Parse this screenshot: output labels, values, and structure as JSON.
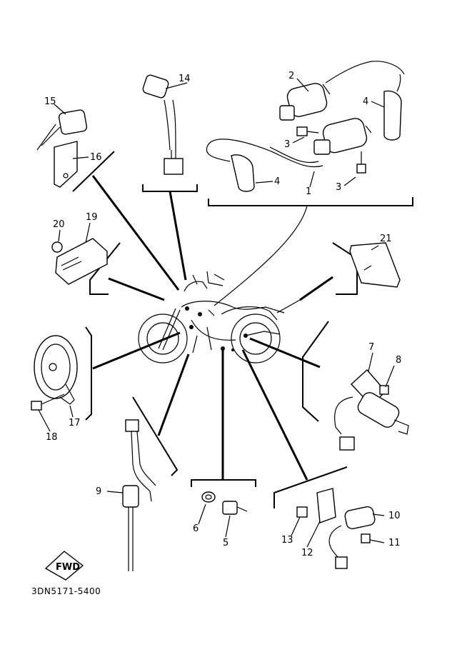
{
  "diagram_code": "3DN5171-5400",
  "fwd_label": "FWD",
  "callouts": {
    "c1": "1",
    "c2": "2",
    "c3a": "3",
    "c3b": "3",
    "c4a": "4",
    "c4b": "4",
    "c5": "5",
    "c6": "6",
    "c7": "7",
    "c8": "8",
    "c9": "9",
    "c10": "10",
    "c11": "11",
    "c12": "12",
    "c13": "13",
    "c14": "14",
    "c15": "15",
    "c16": "16",
    "c17": "17",
    "c18": "18",
    "c19": "19",
    "c20": "20",
    "c21": "21"
  }
}
